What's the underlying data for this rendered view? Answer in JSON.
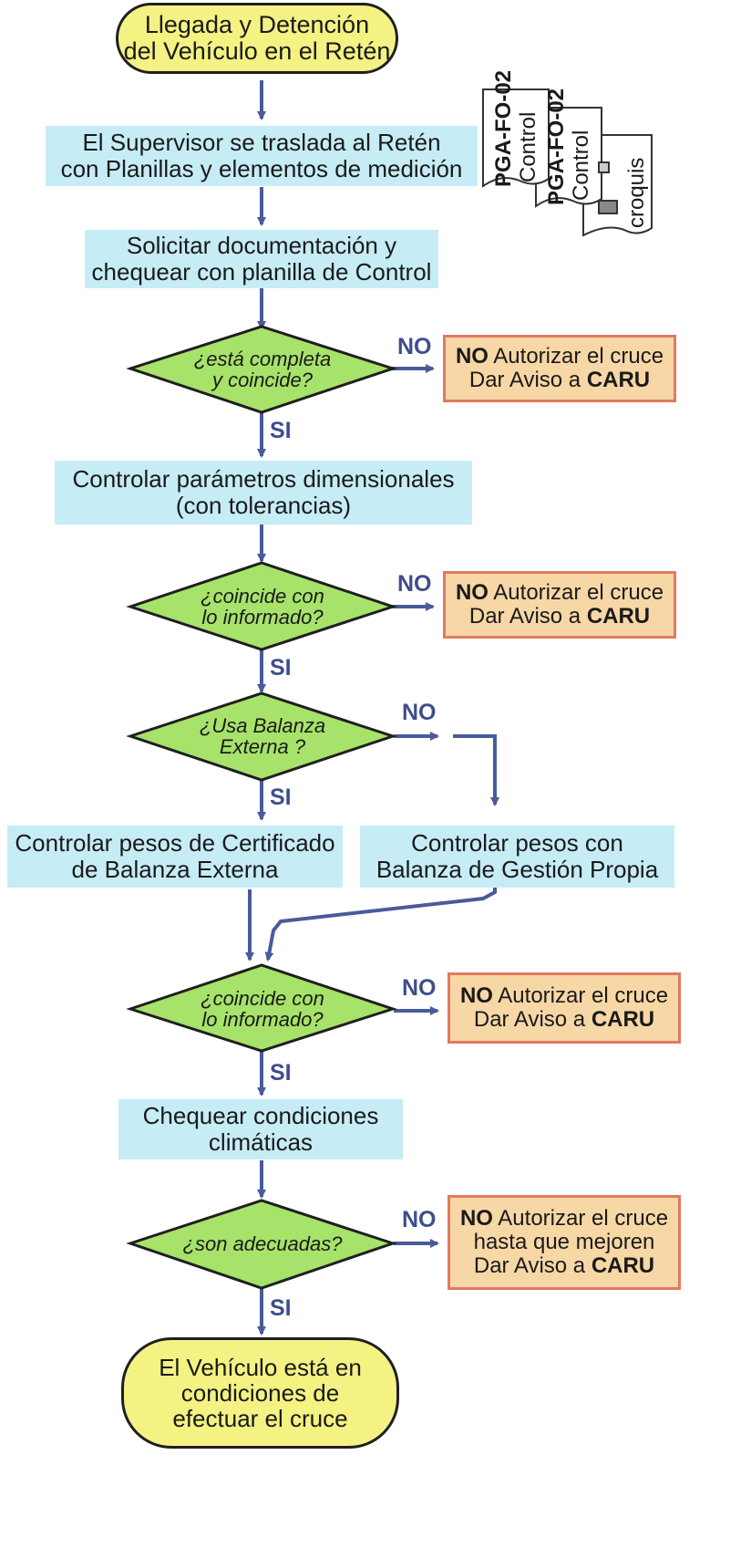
{
  "nodes": {
    "start": "Llegada y Detención\ndel Vehículo en el Retén",
    "supervisor": "El Supervisor se traslada al Retén\ncon Planillas y elementos de medición",
    "solicitar": "Solicitar documentación y\nchequear con planilla de Control",
    "d1": "¿está completa\ny coincide?",
    "controlar_dim": "Controlar parámetros dimensionales\n(con tolerancias)",
    "d2": "¿coincide con\nlo informado?",
    "d3": "¿Usa Balanza\nExterna ?",
    "pesos_cert": "Controlar pesos de Certificado\nde Balanza Externa",
    "pesos_propia": "Controlar pesos con\nBalanza de Gestión Propia",
    "d4": "¿coincide con\nlo informado?",
    "clima": "Chequear condiciones\nclimáticas",
    "d5": "¿son adecuadas?",
    "end": "El Vehículo está en\ncondiciones de\nefectuar el cruce"
  },
  "alerts": {
    "a1": {
      "no": "NO",
      "l1": " Autorizar el cruce",
      "l2": "Dar Aviso a ",
      "caru": "CARU"
    },
    "a2": {
      "no": "NO",
      "l1": " Autorizar el cruce",
      "l2": "Dar Aviso a ",
      "caru": "CARU"
    },
    "a3": {
      "no": "NO",
      "l1": " Autorizar el cruce",
      "l2": "Dar Aviso a ",
      "caru": "CARU"
    },
    "a4": {
      "no": "NO",
      "l1": " Autorizar el cruce",
      "l_mid": "hasta que mejoren",
      "l2": "Dar Aviso a ",
      "caru": "CARU"
    }
  },
  "labels": {
    "no": "NO",
    "si": "SI"
  },
  "documents": {
    "code": "PGA-FO-02",
    "control": "Control",
    "croquis": "croquis"
  },
  "colors": {
    "terminal_fill": "#f3f283",
    "step_fill": "#c6ecf6",
    "decision_fill": "#a7e26a",
    "alert_fill": "#f7d7a6",
    "alert_border": "#e07a5f",
    "arrow": "#4a5b9b"
  }
}
